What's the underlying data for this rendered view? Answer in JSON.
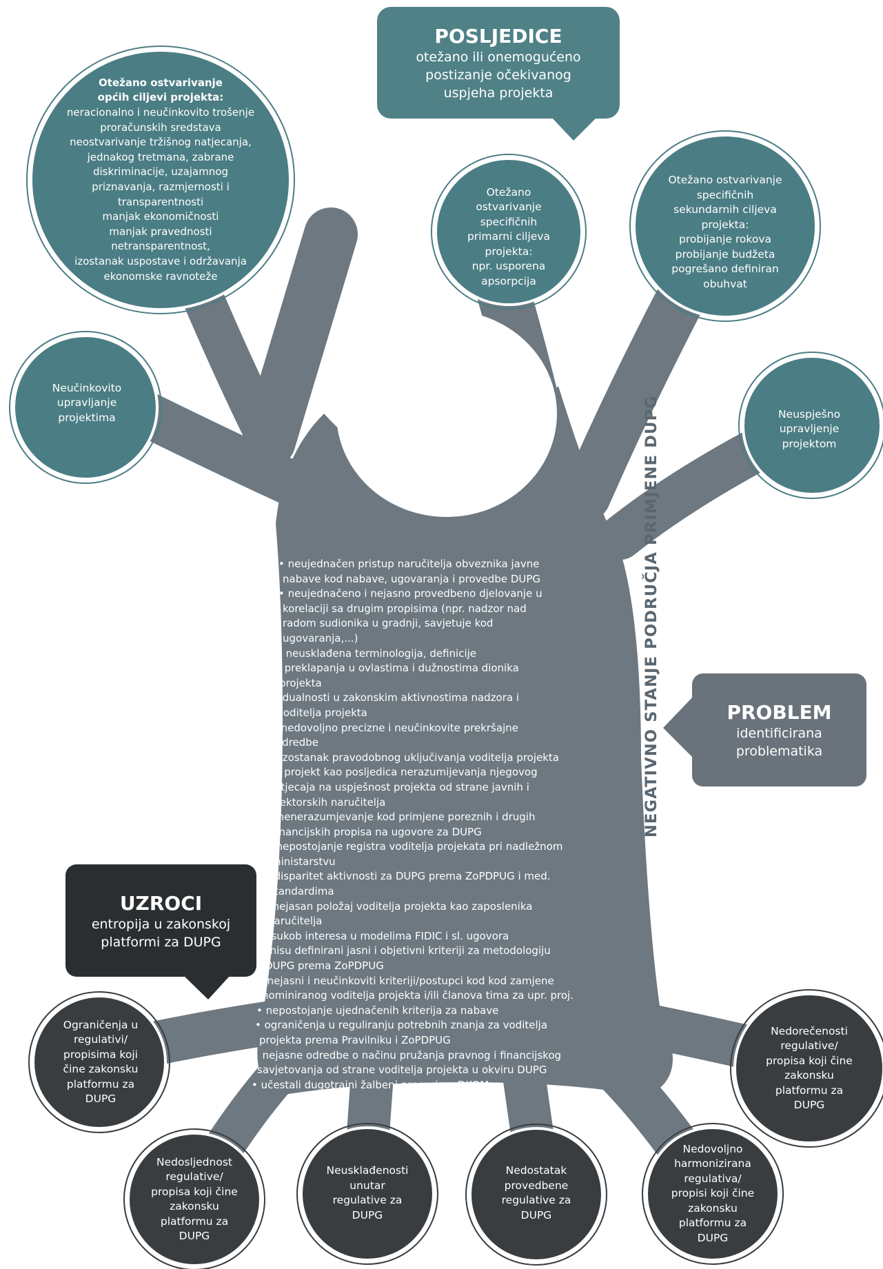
{
  "colors": {
    "trunk": "#6d7880",
    "teal": "#4b7d84",
    "dark": "#2b2e30",
    "dark_circle": "#3a3d40",
    "header_teal": "#4f8187",
    "problem_box": "#6a737b"
  },
  "callouts": {
    "consequences": {
      "title": "POSLJEDICE",
      "lines": [
        "otežano ili onemogućeno",
        "postizanje očekivanog",
        "uspjeha projekta"
      ]
    },
    "problem": {
      "title": "PROBLEM",
      "lines": [
        "identificirana",
        "problematika"
      ]
    },
    "causes": {
      "title": "UZROCI",
      "lines": [
        "entropija u zakonskoj",
        "platformi za DUPG"
      ]
    }
  },
  "vertical_label": "NEGATIVNO STANJE PODRUČJA PRIMJENE DUPG",
  "consequence_circles": {
    "general": {
      "bold_lines": [
        "Otežano ostvarivanje",
        "općih ciljevi projekta:"
      ],
      "lines": [
        "neracionalno i neučinkovito trošenje",
        "proračunskih sredstava",
        "neostvarivanje tržišnog natjecanja,",
        "jednakog tretmana, zabrane",
        "diskriminacije, uzajamnog",
        "priznavanja, razmjernosti i",
        "transparentnosti",
        "manjak ekonomičnosti",
        "manjak pravednosti",
        "netransparentnost,",
        "izostanak uspostave i održavanja",
        "ekonomske ravnoteže"
      ]
    },
    "primary": {
      "lines": [
        "Otežano",
        "ostvarivanje",
        "specifičnih",
        "primarni ciljeva",
        "projekta:",
        "npr. usporena",
        "apsorpcija"
      ]
    },
    "secondary": {
      "lines": [
        "Otežano ostvarivanje",
        "specifičnih",
        "sekundarnih ciljeva",
        "projekta:",
        "probijanje rokova",
        "probijanje budžeta",
        "pogrešano definiran",
        "obuhvat"
      ]
    },
    "inefficient": {
      "lines": [
        "Neučinkovito",
        "upravljanje",
        "projektima"
      ]
    },
    "unsuccessful": {
      "lines": [
        "Neuspješno",
        "upravljenje",
        "projektom"
      ]
    }
  },
  "problems": [
    {
      "lines": [
        "• neujednačen pristup naručitelja obveznika javne",
        "nabave kod nabave, ugovaranja i provedbe DUPG"
      ]
    },
    {
      "lines": [
        "• neujednačeno i nejasno provedbeno djelovanje u",
        "korelaciji sa drugim propisima (npr. nadzor nad",
        "radom sudionika u gradnji, savjetuje kod",
        "ugovaranja,...)"
      ]
    },
    {
      "lines": [
        "• neusklađena terminologija, definicije"
      ]
    },
    {
      "lines": [
        "• preklapanja u ovlastima i dužnostima dionika",
        "projekta"
      ]
    },
    {
      "lines": [
        "• dualnosti u zakonskim aktivnostima nadzora i",
        "voditelja projekta"
      ]
    },
    {
      "lines": [
        "• nedovoljno precizne i neučinkovite prekršajne",
        "odredbe"
      ]
    },
    {
      "lines": [
        "• izostanak pravodobnog uključivanja voditelja projekta",
        "u projekt kao posljedica nerazumijevanja njegovog",
        "utjecaja na uspješnost projekta od strane javnih i",
        "sektorskih naručitelja"
      ]
    },
    {
      "lines": [
        "• nenerazumjevanje kod primjene poreznih i drugih",
        "financijskih propisa na ugovore za DUPG"
      ]
    },
    {
      "lines": [
        "• nepostojanje registra voditelja projekata pri nadležnom",
        "ministarstvu"
      ]
    },
    {
      "lines": [
        "• disparitet aktivnosti za DUPG prema ZoPDPUG i med.",
        "standardima"
      ]
    },
    {
      "lines": [
        "• nejasan položaj voditelja projekta kao zaposlenika",
        "naručitelja"
      ]
    },
    {
      "lines": [
        "• sukob interesa u modelima FIDIC i sl. ugovora"
      ]
    },
    {
      "lines": [
        "• nisu definirani jasni i objetivni kriteriji za metodologiju",
        "DUPG prema ZoPDPUG"
      ]
    },
    {
      "lines": [
        "• nejasni i neučinkoviti kriteriji/postupci kod kod zamjene",
        "nominiranog voditelja projekta i/ili članova tima za upr. proj."
      ]
    },
    {
      "lines": [
        "• nepostojanje ujednačenih kriterija za nabave"
      ]
    },
    {
      "lines": [
        "• ograničenja u reguliranju potrebnih znanja za voditelja",
        "projekta prema Pravilniku i ZoPDPUG"
      ]
    },
    {
      "lines": [
        "• nejasne odredbe o načinu pružanja pravnog i financijskog",
        "savjetovanja od strane voditelja projekta u okviru DUPG"
      ]
    },
    {
      "lines": [
        "• učestali dugotrajni žalbeni procesi na DKOM-u"
      ]
    }
  ],
  "cause_circles": {
    "limits": {
      "lines": [
        "Ograničenja u",
        "regulativi/",
        "propisima koji",
        "čine zakonsku",
        "platformu za",
        "DUPG"
      ]
    },
    "inconsistency": {
      "lines": [
        "Nedosljednost",
        "regulative/",
        "propisa koji čine",
        "zakonsku",
        "platformu za",
        "DUPG"
      ]
    },
    "misalignment": {
      "lines": [
        "Neusklađenosti",
        "unutar",
        "regulative za",
        "DUPG"
      ]
    },
    "lack": {
      "lines": [
        "Nedostatak",
        "provedbene",
        "regulative za",
        "DUPG"
      ]
    },
    "harmonized": {
      "lines": [
        "Nedovoljno",
        "harmonizirana",
        "regulativa/",
        "propisi koji čine",
        "zakonsku",
        "platformu za",
        "DUPG"
      ]
    },
    "vague": {
      "lines": [
        "Nedorečenosti",
        "regulative/",
        "propisa koji čine",
        "zakonsku",
        "platformu za",
        "DUPG"
      ]
    }
  }
}
